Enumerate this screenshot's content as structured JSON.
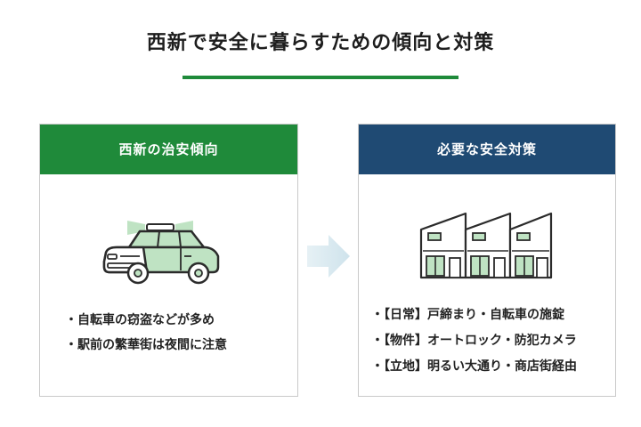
{
  "title": "西新で安全に暮らすための傾向と対策",
  "colors": {
    "green": "#1f8a3a",
    "navy": "#1f4a73",
    "light_green": "#bfe3c3",
    "arrow": "#d3e6ef"
  },
  "left_panel": {
    "header": "西新の治安傾向",
    "illustration": "police-car-icon",
    "items": [
      "自転車の窃盗などが多め",
      "駅前の繁華街は夜間に注意"
    ]
  },
  "right_panel": {
    "header": "必要な安全対策",
    "illustration": "row-houses-icon",
    "items": [
      "【日常】戸締まり・自転車の施錠",
      "【物件】オートロック・防犯カメラ",
      "【立地】明るい大通り・商店街経由"
    ]
  }
}
